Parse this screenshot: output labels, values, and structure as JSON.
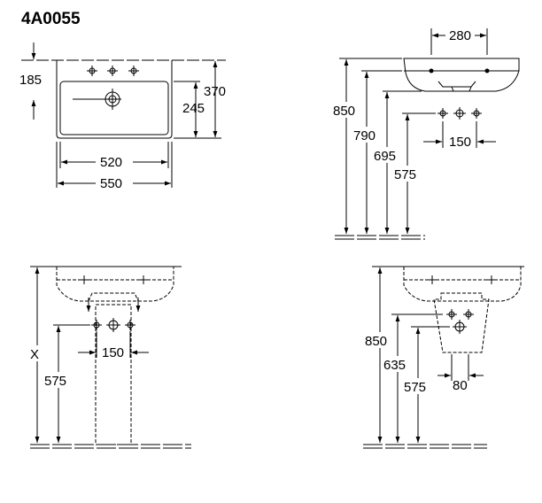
{
  "title": "4A0055",
  "top_view": {
    "dim_left": "185",
    "dim_right_outer": "370",
    "dim_right_inner": "245",
    "dim_width_inner": "520",
    "dim_width_outer": "550"
  },
  "side_view": {
    "dim_top": "280",
    "dim_850": "850",
    "dim_790": "790",
    "dim_695": "695",
    "dim_575": "575",
    "dim_150": "150"
  },
  "pedestal_view": {
    "dim_x": "X",
    "dim_575": "575",
    "dim_150": "150"
  },
  "semi_pedestal_view": {
    "dim_850": "850",
    "dim_635": "635",
    "dim_575": "575",
    "dim_80": "80"
  }
}
